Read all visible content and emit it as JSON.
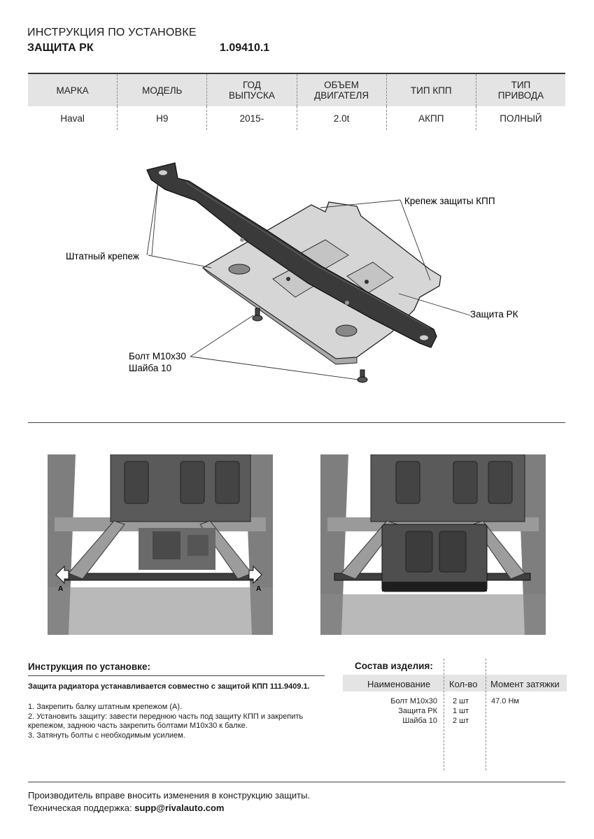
{
  "header": {
    "title": "ИНСТРУКЦИЯ ПО УСТАНОВКЕ",
    "product": "ЗАЩИТА РК",
    "code": "1.09410.1"
  },
  "spec_table": {
    "headers": [
      "МАРКА",
      "МОДЕЛЬ",
      "ГОД\nВЫПУСКА",
      "ОБЪЕМ\nДВИГАТЕЛЯ",
      "ТИП КПП",
      "ТИП\nПРИВОДА"
    ],
    "values": [
      "Haval",
      "H9",
      "2015-",
      "2.0t",
      "АКПП",
      "ПОЛНЫЙ"
    ]
  },
  "diagram": {
    "callout_gearbox_fastener": "Крепеж защиты КПП",
    "callout_standard_fastener": "Штатный крепеж",
    "callout_guard": "Защита РК",
    "callout_bolt": "Болт М10х30",
    "callout_washer": "Шайба 10"
  },
  "photos": {
    "marker_label": "A"
  },
  "instructions": {
    "title": "Инструкция по установке:",
    "bold_note": "Защита радиатора устанавливается совместно с защитой КПП 111.9409.1.",
    "steps": [
      "1. Закрепить балку штатным крепежом (А).",
      "2. Установить защиту: завести переднюю часть под защиту КПП и закрепить крепежом, заднюю часть закрепить болтами М10х30 к балке.",
      "3. Затянуть болты с необходимым усилием."
    ]
  },
  "composition": {
    "title": "Состав изделия:",
    "headers": [
      "Наименование",
      "Кол-во",
      "Момент затяжки"
    ],
    "rows": [
      {
        "name": "Болт М10х30",
        "qty": "2 шт",
        "torque": "47.0 Нм"
      },
      {
        "name": "Защита РК",
        "qty": "1 шт",
        "torque": ""
      },
      {
        "name": "Шайба 10",
        "qty": "2 шт",
        "torque": ""
      }
    ]
  },
  "footer": {
    "note": "Производитель вправе вносить изменения в конструкцию защиты.",
    "support_label": "Техническая поддержка:",
    "support_email": "supp@rivalauto.com"
  }
}
